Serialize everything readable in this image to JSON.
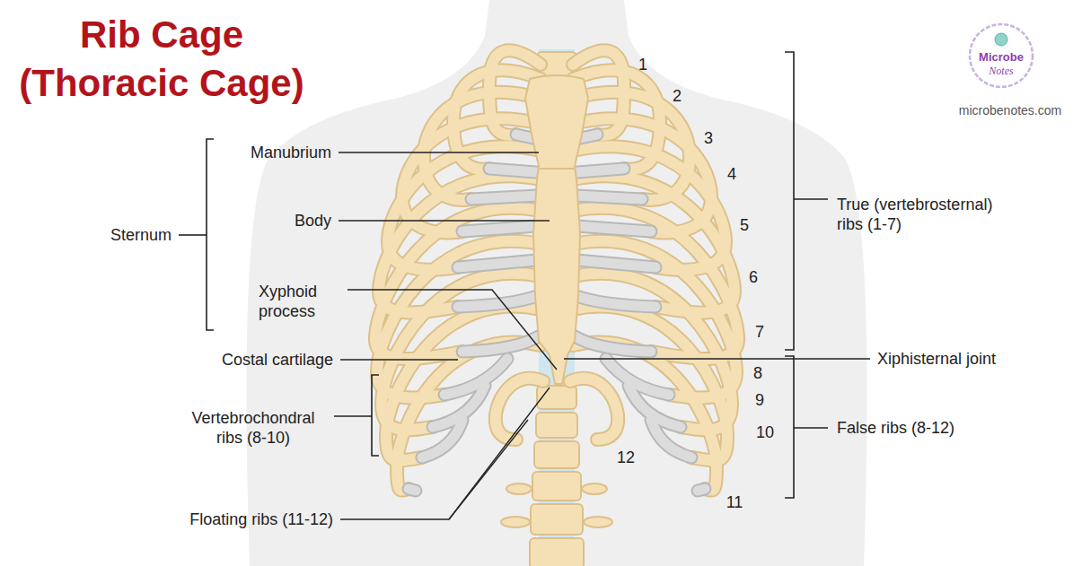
{
  "diagram": {
    "title": "Rib Cage (Thoracic Cage)",
    "nodes": [
      {
        "text": [
          "Microbe",
          "Notes"
        ]
      }
    ],
    "labels": [
      "Manubrium",
      "Body",
      "Sternum",
      "Xyphoid process",
      "Costal cartilage",
      "Vertebrochondral ribs (8-10)",
      "Floating ribs (11-12)",
      "True (vertebrosternal) ribs (1-7)",
      "Xiphisternal joint",
      "False ribs (8-12)",
      "1",
      "2",
      "3",
      "4",
      "5",
      "6",
      "7",
      "8",
      "9",
      "10",
      "11",
      "12",
      "microbenotes.com"
    ]
  }
}
